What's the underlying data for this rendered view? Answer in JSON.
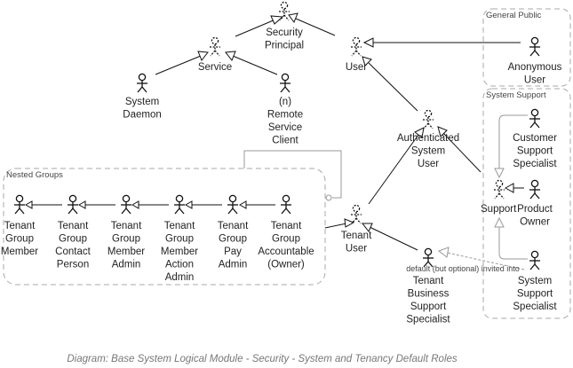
{
  "groups": {
    "general_public": "General Public",
    "system_support": "System Support",
    "nested_groups": "Nested Groups"
  },
  "actors": {
    "security_principal": [
      "Security",
      "Principal"
    ],
    "service": [
      "Service"
    ],
    "user": [
      "User"
    ],
    "anonymous_user": [
      "Anonymous",
      "User"
    ],
    "system_daemon": [
      "System",
      "Daemon"
    ],
    "remote_service_client": [
      "(n)",
      "Remote",
      "Service",
      "Client"
    ],
    "authenticated_user": [
      "Authenticated",
      "System",
      "User"
    ],
    "customer_support": [
      "Customer",
      "Support",
      "Specialist"
    ],
    "support": [
      "Support"
    ],
    "product_owner": [
      "Product",
      "Owner"
    ],
    "system_support_specialist": [
      "System",
      "Support",
      "Specialist"
    ],
    "tenant_user": [
      "Tenant",
      "User"
    ],
    "tenant_business_support": [
      "Tenant",
      "Business",
      "Support",
      "Specialist"
    ],
    "tg_member": [
      "Tenant",
      "Group",
      "Member"
    ],
    "tg_contact": [
      "Tenant",
      "Group",
      "Contact",
      "Person"
    ],
    "tg_member_admin": [
      "Tenant",
      "Group",
      "Member",
      "Admin"
    ],
    "tg_member_action_admin": [
      "Tenant",
      "Group",
      "Member",
      "Action",
      "Admin"
    ],
    "tg_pay_admin": [
      "Tenant",
      "Group",
      "Pay",
      "Admin"
    ],
    "tg_accountable": [
      "Tenant",
      "Group",
      "Accountable",
      "(Owner)"
    ]
  },
  "edge_label": "default (but optional) invited into",
  "caption": "Diagram: Base System Logical Module - Security - System and Tenancy Default Roles"
}
